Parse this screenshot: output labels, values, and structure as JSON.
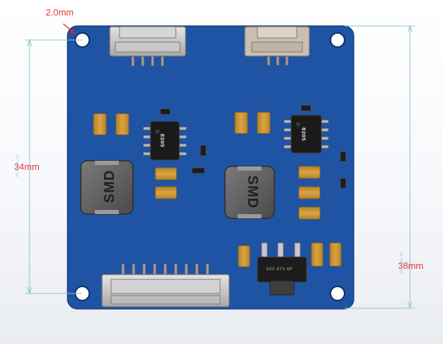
{
  "dimensions": {
    "hole_diameter": "2.0mm",
    "hole_spacing": "34mm",
    "board_height": "38mm",
    "hole_spacing_small": "34.00 ±0.10",
    "board_height_small": "38.00 ±0.10"
  },
  "components": {
    "inductor_left_label": "SMD",
    "inductor_right_label": "SMD",
    "ic_left_marking": "8205",
    "ic_right_marking": "8205",
    "regulator_marking": "103  473  4P"
  },
  "colors": {
    "pcb": "#1f53a3",
    "pcb_edge": "#173f80",
    "capacitor": "#d39a2e",
    "annotation": "#e03a3a",
    "dimension_line": "#8cc3d0"
  }
}
